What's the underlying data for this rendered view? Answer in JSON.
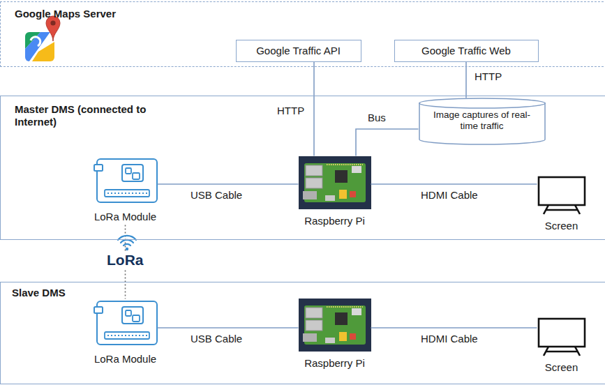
{
  "diagram": {
    "nodes": [
      {
        "text": [
          "Google Maps Server"
        ]
      },
      {
        "text": [
          "Google Traffic API"
        ],
        "in": 0
      },
      {
        "text": [
          "Google Traffic Web"
        ],
        "in": 0
      },
      {
        "text": [
          "Master DMS (connected to Internet)"
        ]
      },
      {
        "text": [
          "Image captures of real-time traffic"
        ],
        "in": 3
      },
      {
        "text": [
          "LoRa Module"
        ],
        "in": 3
      },
      {
        "text": [
          "Raspberry Pi"
        ],
        "in": 3
      },
      {
        "text": [
          "Screen"
        ],
        "in": 3
      },
      {
        "text": [
          "Slave DMS"
        ]
      },
      {
        "text": [
          "LoRa Module"
        ],
        "in": 8
      },
      {
        "text": [
          "Raspberry Pi"
        ],
        "in": 8
      },
      {
        "text": [
          "Screen"
        ],
        "in": 8
      }
    ],
    "edges": [
      {
        "from": 1,
        "to": 6,
        "label": "HTTP",
        "arrow": "none"
      },
      {
        "from": 2,
        "to": 4,
        "label": "HTTP",
        "arrow": "none"
      },
      {
        "from": 4,
        "to": 6,
        "label": "Bus",
        "arrow": "none"
      },
      {
        "from": 5,
        "to": 6,
        "label": "USB Cable",
        "arrow": "none"
      },
      {
        "from": 6,
        "to": 7,
        "label": "HDMI Cable",
        "arrow": "none"
      },
      {
        "from": 5,
        "to": 9,
        "label": "LoRa",
        "arrow": "none"
      },
      {
        "from": 9,
        "to": 10,
        "label": "USB Cable",
        "arrow": "none"
      },
      {
        "from": 10,
        "to": 11,
        "label": "HDMI Cable",
        "arrow": "none"
      }
    ]
  }
}
